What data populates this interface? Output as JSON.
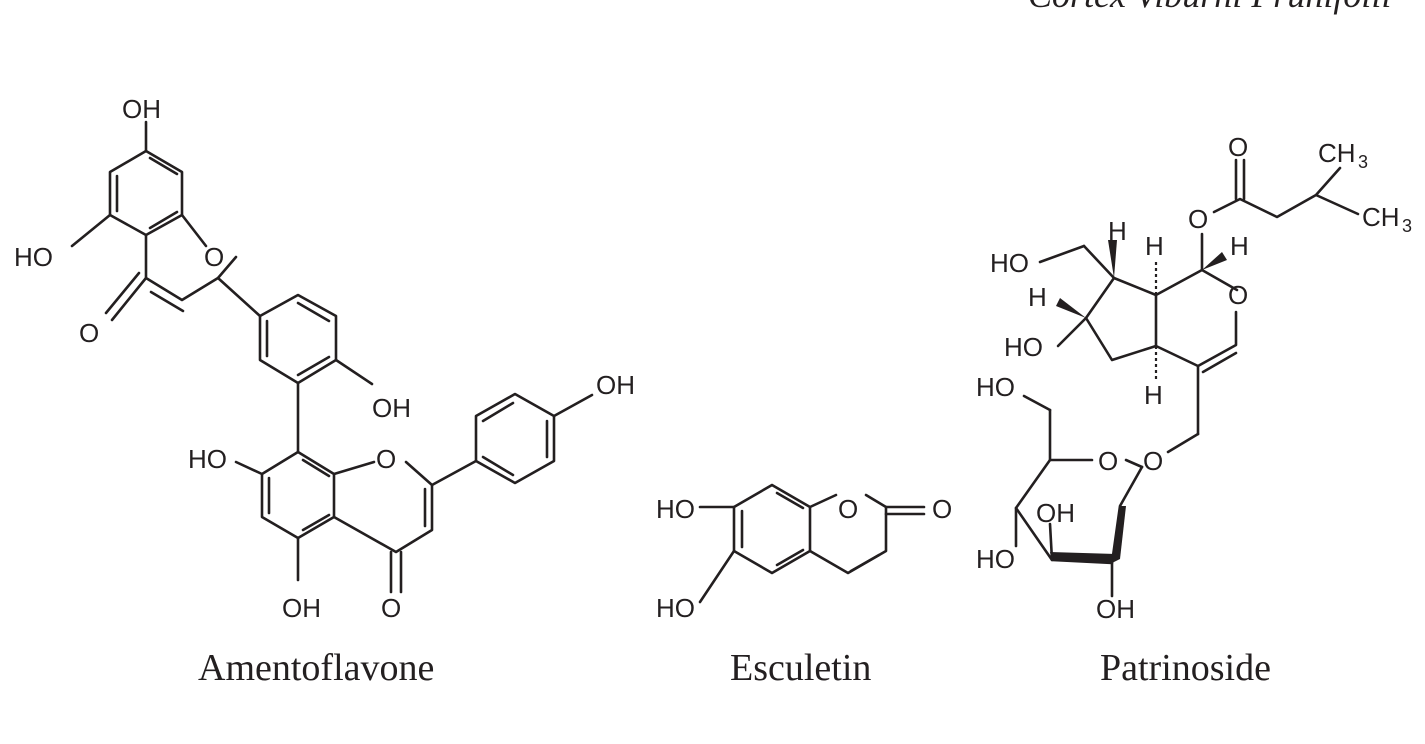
{
  "header": {
    "text": "Cortex Viburni Prunifolii"
  },
  "molecules": [
    {
      "name": "Amentoflavone",
      "labels": [
        "OH",
        "HO",
        "O",
        "O",
        "OH",
        "OH",
        "HO",
        "O",
        "OH",
        "O"
      ]
    },
    {
      "name": "Esculetin",
      "labels": [
        "HO",
        "HO",
        "O",
        "O"
      ]
    },
    {
      "name": "Patrinoside",
      "labels": [
        "O",
        "CH",
        "3",
        "O",
        "CH",
        "3",
        "H",
        "H",
        "H",
        "HO",
        "H",
        "O",
        "HO",
        "H",
        "HO",
        "O",
        "O",
        "OH",
        "HO",
        "OH"
      ]
    }
  ]
}
